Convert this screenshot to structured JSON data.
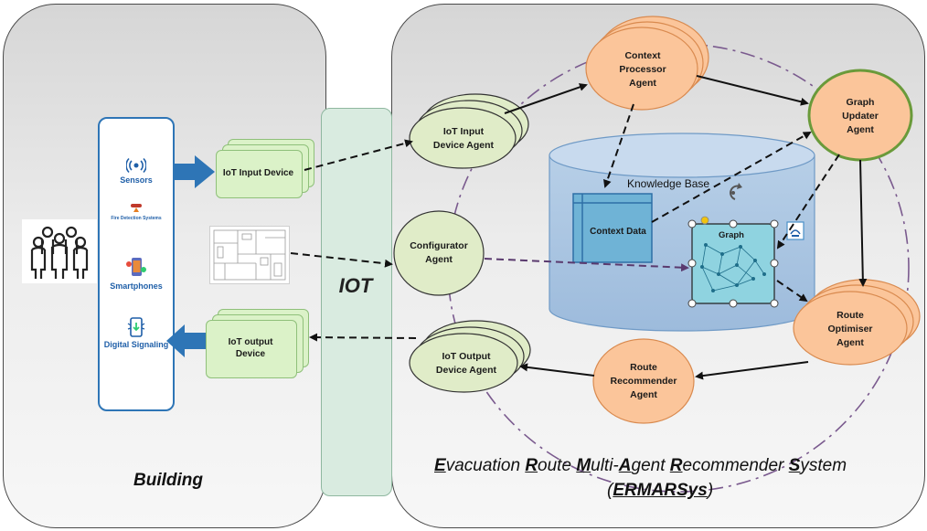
{
  "building": {
    "label": "Building",
    "devices": [
      {
        "label": "Sensors",
        "icon": "wifi-signal-icon"
      },
      {
        "label": "Fire Detection Systems",
        "icon": "fire-detector-icon"
      },
      {
        "label": "Smartphones",
        "icon": "smartphone-icon"
      },
      {
        "label": "Digital Signaling",
        "icon": "digital-sign-icon"
      }
    ],
    "input_device": "IoT Input Device",
    "output_device": "IoT output Device"
  },
  "iot": {
    "label": "IOT"
  },
  "system": {
    "title_line1_parts": [
      "E",
      "vacuation ",
      "R",
      "oute ",
      "M",
      "ulti-",
      "A",
      "gent ",
      "R",
      "ecommender ",
      "S",
      "ystem"
    ],
    "title_line2": "ERMARSys",
    "knowledge_base": "Knowledge Base",
    "context_data": "Context Data",
    "graph": "Graph",
    "agents": {
      "iot_input": "IoT Input Device Agent",
      "configurator": "Configurator Agent",
      "iot_output": "IoT Output Device Agent",
      "context_processor": "Context Processor Agent",
      "graph_updater": "Graph Updater Agent",
      "route_optimiser": "Route Optimiser Agent",
      "route_recommender": "Route Recommender Agent"
    }
  },
  "colors": {
    "green_agent": "#e0ecc8",
    "orange_agent": "#fbc59a",
    "cylinder": "#a9c6e2",
    "graph_box": "#8fd3e0",
    "device_blue": "#2e75b6",
    "arrow_blue": "#2e75b6",
    "dash_purple": "#7a5a8e"
  }
}
